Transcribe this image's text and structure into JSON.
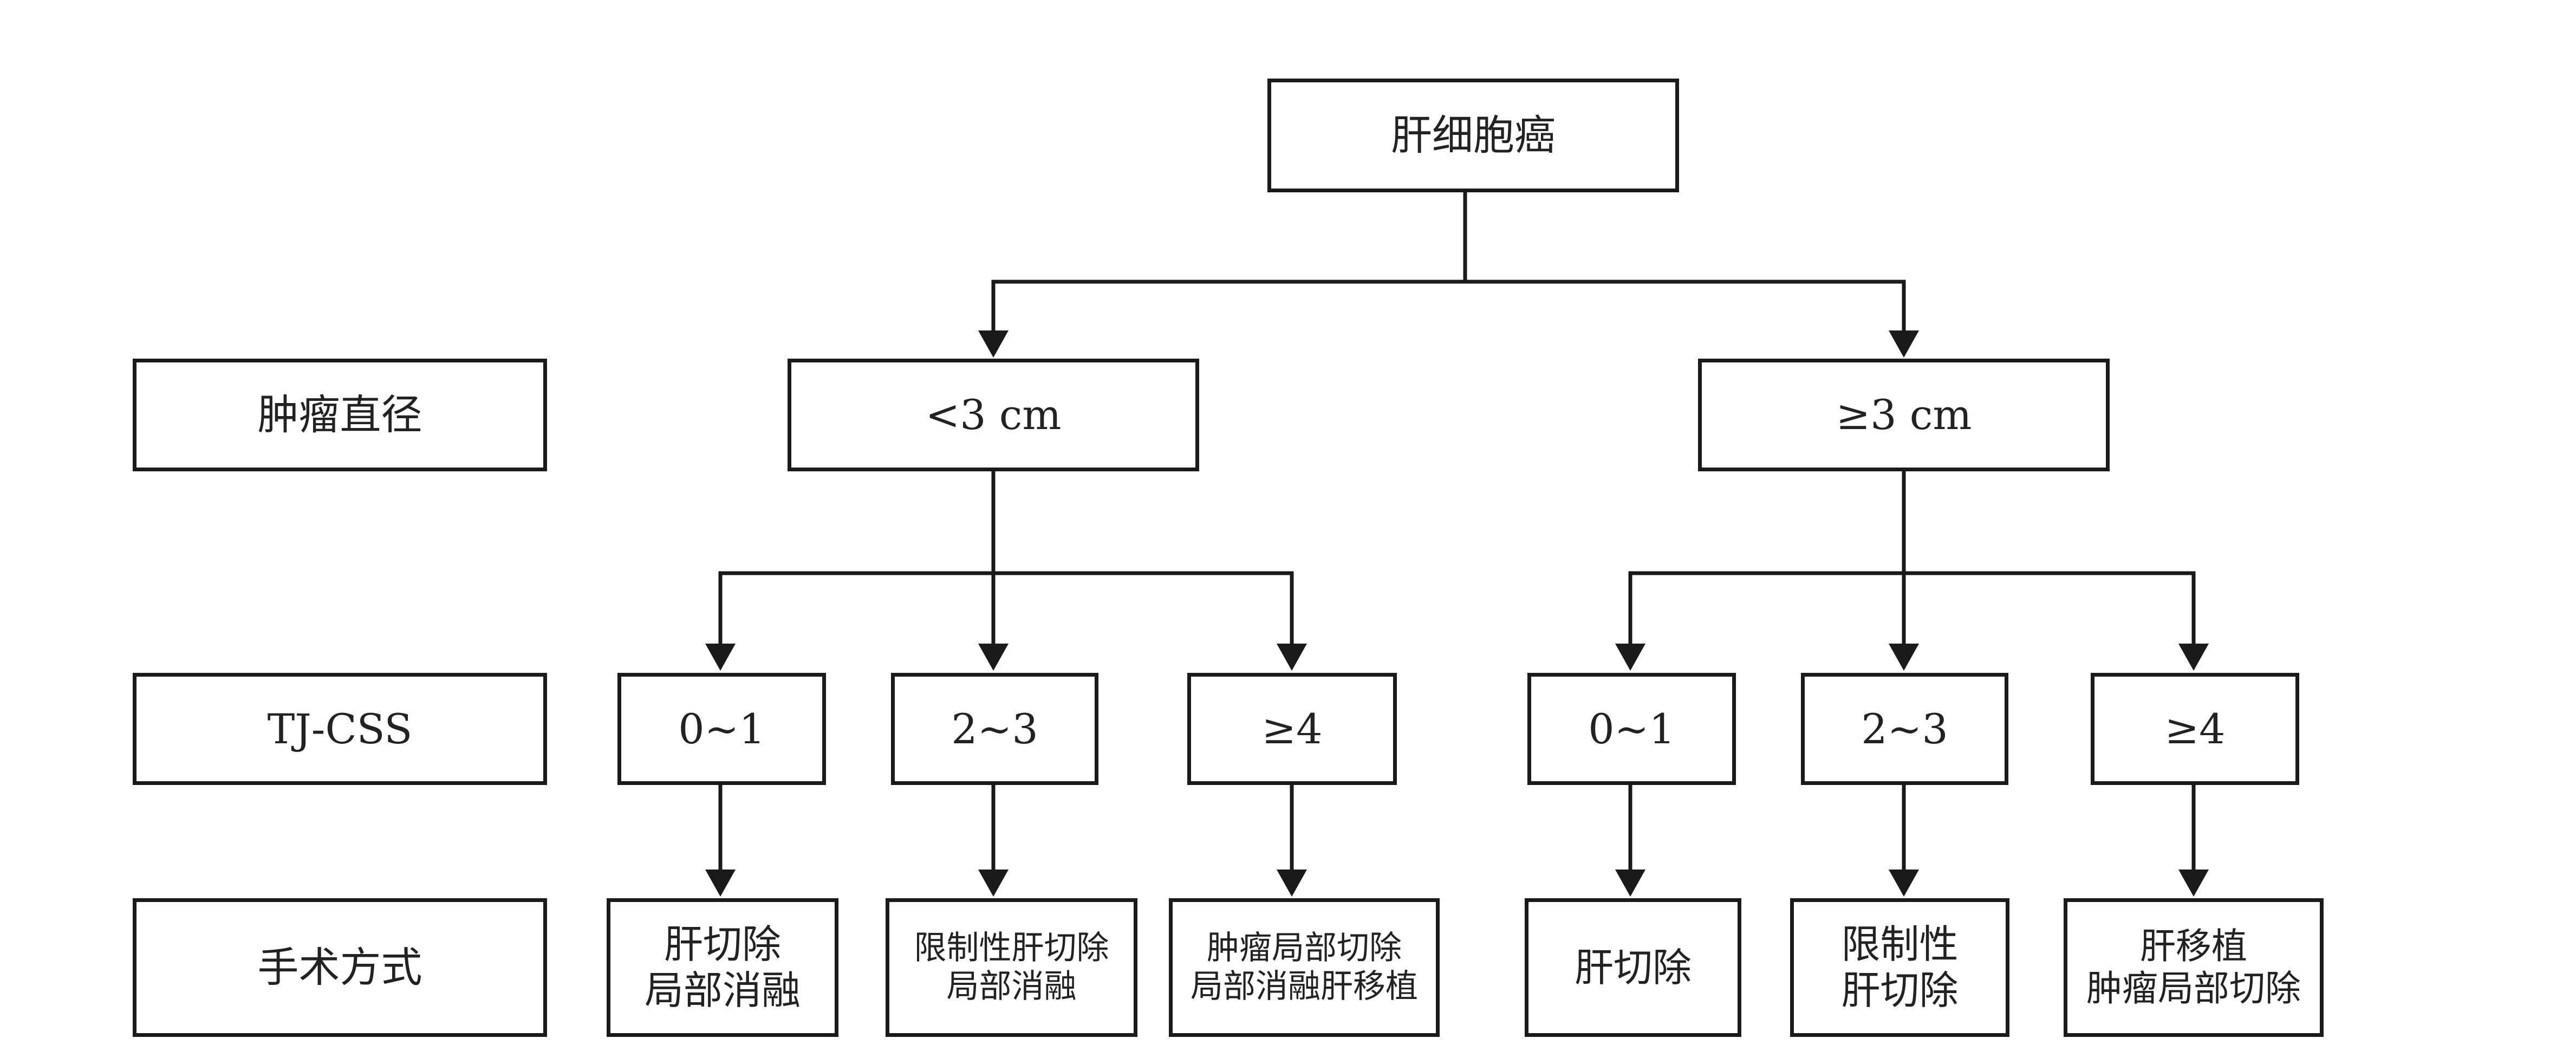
{
  "root": {
    "label": "肝细胞癌"
  },
  "row_labels": {
    "diameter": "肿瘤直径",
    "score": "TJ-CSS",
    "surgery": "手术方式"
  },
  "branches": {
    "small": {
      "label": "<3 cm",
      "scores": [
        "0~1",
        "2~3",
        "≥4"
      ],
      "surgeries": [
        [
          "肝切除",
          "局部消融"
        ],
        [
          "限制性肝切除",
          "局部消融"
        ],
        [
          "肿瘤局部切除",
          "局部消融肝移植"
        ]
      ]
    },
    "large": {
      "label": "≥3 cm",
      "scores": [
        "0~1",
        "2~3",
        "≥4"
      ],
      "surgeries": [
        [
          "肝切除"
        ],
        [
          "限制性",
          "肝切除"
        ],
        [
          "肝移植",
          "肿瘤局部切除"
        ]
      ]
    }
  },
  "colors": {
    "line": "#1a1a1a",
    "text": "#222222",
    "background": "#ffffff"
  }
}
